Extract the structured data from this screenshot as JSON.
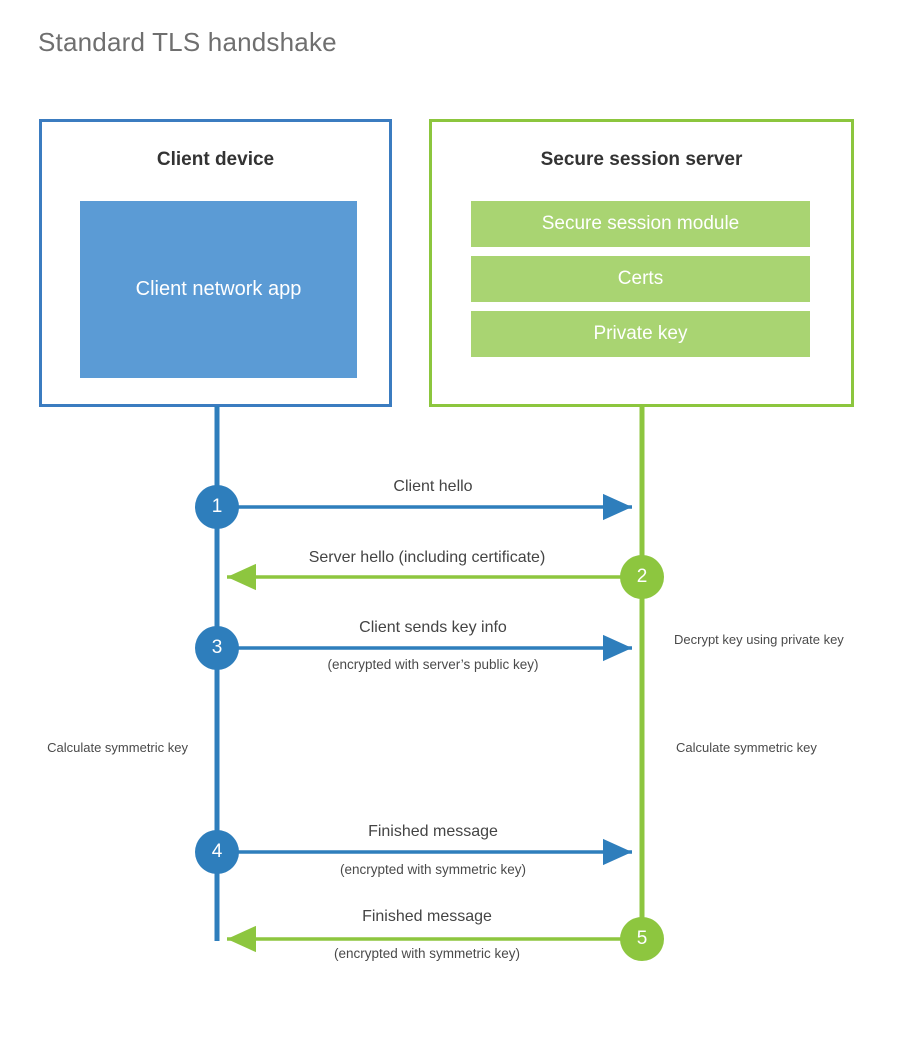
{
  "page": {
    "title": "Standard TLS handshake",
    "background": "#ffffff"
  },
  "colors": {
    "client_accent": "#3b7cc0",
    "client_fill": "#5b9bd5",
    "client_circle": "#2e7ebc",
    "server_accent": "#8cc63e",
    "server_fill": "#a9d472",
    "server_circle": "#8dc63f",
    "title_text": "#6f6f6f",
    "body_text": "#444444"
  },
  "client": {
    "title": "Client device",
    "app_label": "Client network app",
    "lifeline_label": "client-lifeline"
  },
  "server": {
    "title": "Secure session server",
    "items": [
      {
        "label": "Secure session module"
      },
      {
        "label": "Certs"
      },
      {
        "label": "Private key"
      }
    ],
    "lifeline_label": "server-lifeline"
  },
  "steps": [
    {
      "number": "1",
      "label": "Client hello",
      "sublabel": "",
      "direction": "client-to-server",
      "origin": "client"
    },
    {
      "number": "2",
      "label": "Server hello (including certificate)",
      "sublabel": "",
      "direction": "server-to-client",
      "origin": "server"
    },
    {
      "number": "3",
      "label": "Client sends key info",
      "sublabel": "(encrypted with server’s public key)",
      "direction": "client-to-server",
      "origin": "client"
    },
    {
      "number": "4",
      "label": "Finished message",
      "sublabel": "(encrypted with symmetric key)",
      "direction": "client-to-server",
      "origin": "client"
    },
    {
      "number": "5",
      "label": "Finished message",
      "sublabel": "(encrypted with symmetric key)",
      "direction": "server-to-client",
      "origin": "server"
    }
  ],
  "notes": {
    "decrypt_key": "Decrypt key using private key",
    "calculate_symmetric_key_client": "Calculate symmetric key",
    "calculate_symmetric_key_server": "Calculate symmetric key"
  },
  "watermark": {
    "text": ""
  }
}
